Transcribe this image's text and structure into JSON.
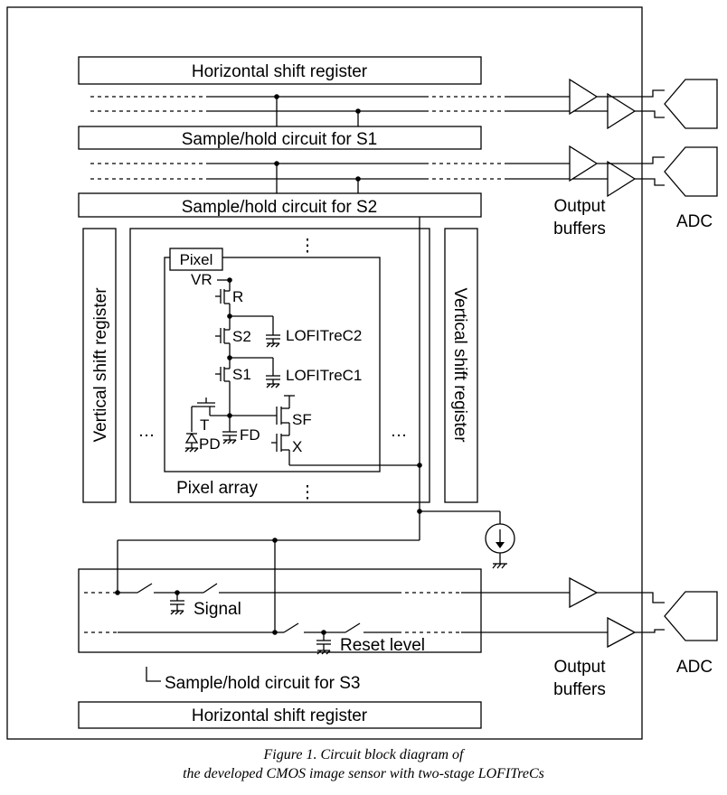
{
  "labels": {
    "hsr_top": "Horizontal  shift register",
    "sh_s1": "Sample/hold  circuit for S1",
    "sh_s2": "Sample/hold  circuit for S2",
    "sh_s3": "Sample/hold  circuit for S3",
    "hsr_bottom": "Horizontal  shift register",
    "vsr_left": "Vertical shift register",
    "vsr_right": "Vertical shift register",
    "pixel": "Pixel",
    "pixel_array": "Pixel array",
    "vr": "VR",
    "r": "R",
    "s2": "S2",
    "s1": "S1",
    "lofitrec2": "LOFITreC2",
    "lofitrec1": "LOFITreC1",
    "t": "T",
    "pd": "PD",
    "fd": "FD",
    "sf": "SF",
    "x": "X",
    "signal": "Signal",
    "reset_level": "Reset level",
    "output_buffers_top_1": "Output",
    "output_buffers_top_2": "buffers",
    "output_buffers_bottom_1": "Output",
    "output_buffers_bottom_2": "buffers",
    "adc_top": "ADC",
    "adc_bottom": "ADC",
    "ellipsis": "…",
    "vellipsis": "⋮"
  },
  "caption": {
    "line1": "Figure 1. Circuit block diagram of",
    "line2": "the developed CMOS image sensor with two-stage LOFITreCs"
  }
}
